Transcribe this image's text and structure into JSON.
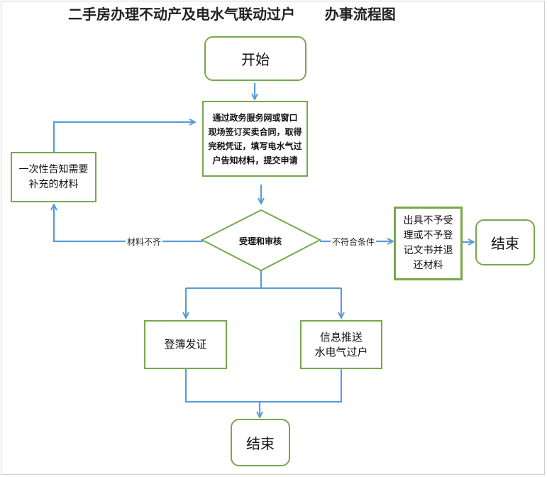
{
  "title": "二手房办理不动产及电水气联动过户      办事流程图",
  "nodes": {
    "start": "开始",
    "submit": "通过政务服务网或窗口\n现场签订买卖合同，取得\n完税凭证，填写电水气过\n户告知材料，提交申请",
    "notify": "一次性告知需要\n补充的材料",
    "review": "受理和审核",
    "reject": "出具不予受\n理或不予登\n记文书并退\n还材料",
    "end_right": "结束",
    "register": "登簿发证",
    "push": "信息推送\n水电气过户",
    "end_bottom": "结束"
  },
  "edge_labels": {
    "incomplete": "材料不齐",
    "not_qualified": "不符合条件"
  },
  "colors": {
    "node_border": "#77a84a",
    "arrow": "#5b9bd5"
  }
}
